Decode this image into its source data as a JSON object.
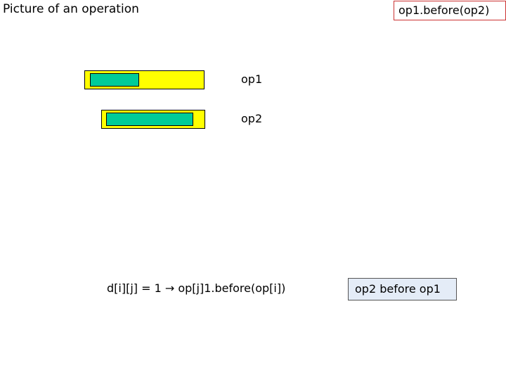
{
  "slide": {
    "title": "Picture of an operation",
    "header_label": "op1.before(op2)",
    "bars": [
      {
        "label": "op1"
      },
      {
        "label": "op2"
      }
    ],
    "formula": "d[i][j] = 1 → op[j]1.before(op[i])",
    "result": "op2 before op1",
    "colors": {
      "bar_outer": "#ffff00",
      "bar_inner": "#00cc99",
      "header_border": "#cc3333",
      "result_fill": "#e4ecf7",
      "result_border": "#555555",
      "text": "#000000",
      "background": "#ffffff"
    }
  }
}
